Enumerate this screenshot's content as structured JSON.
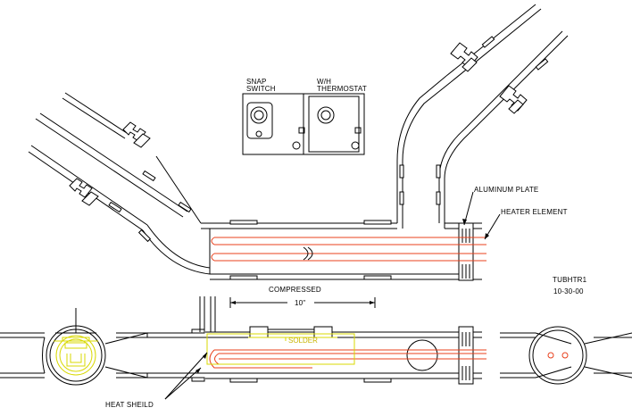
{
  "labels": {
    "snap_switch_line1": "SNAP",
    "snap_switch_line2": "SWITCH",
    "thermostat_line1": "W/H",
    "thermostat_line2": "THERMOSTAT",
    "aluminum_plate": "ALUMINUM PLATE",
    "heater_element": "HEATER ELEMENT",
    "compressed": "COMPRESSED",
    "dimension": "10\"",
    "drawing_id": "TUBHTR1",
    "drawing_date": "10-30-00",
    "solder": "SOLDER",
    "heat_shield": "HEAT SHEILD"
  },
  "colors": {
    "line": "#000000",
    "heater": "#e8401c",
    "solder_highlight": "#d8d800"
  }
}
